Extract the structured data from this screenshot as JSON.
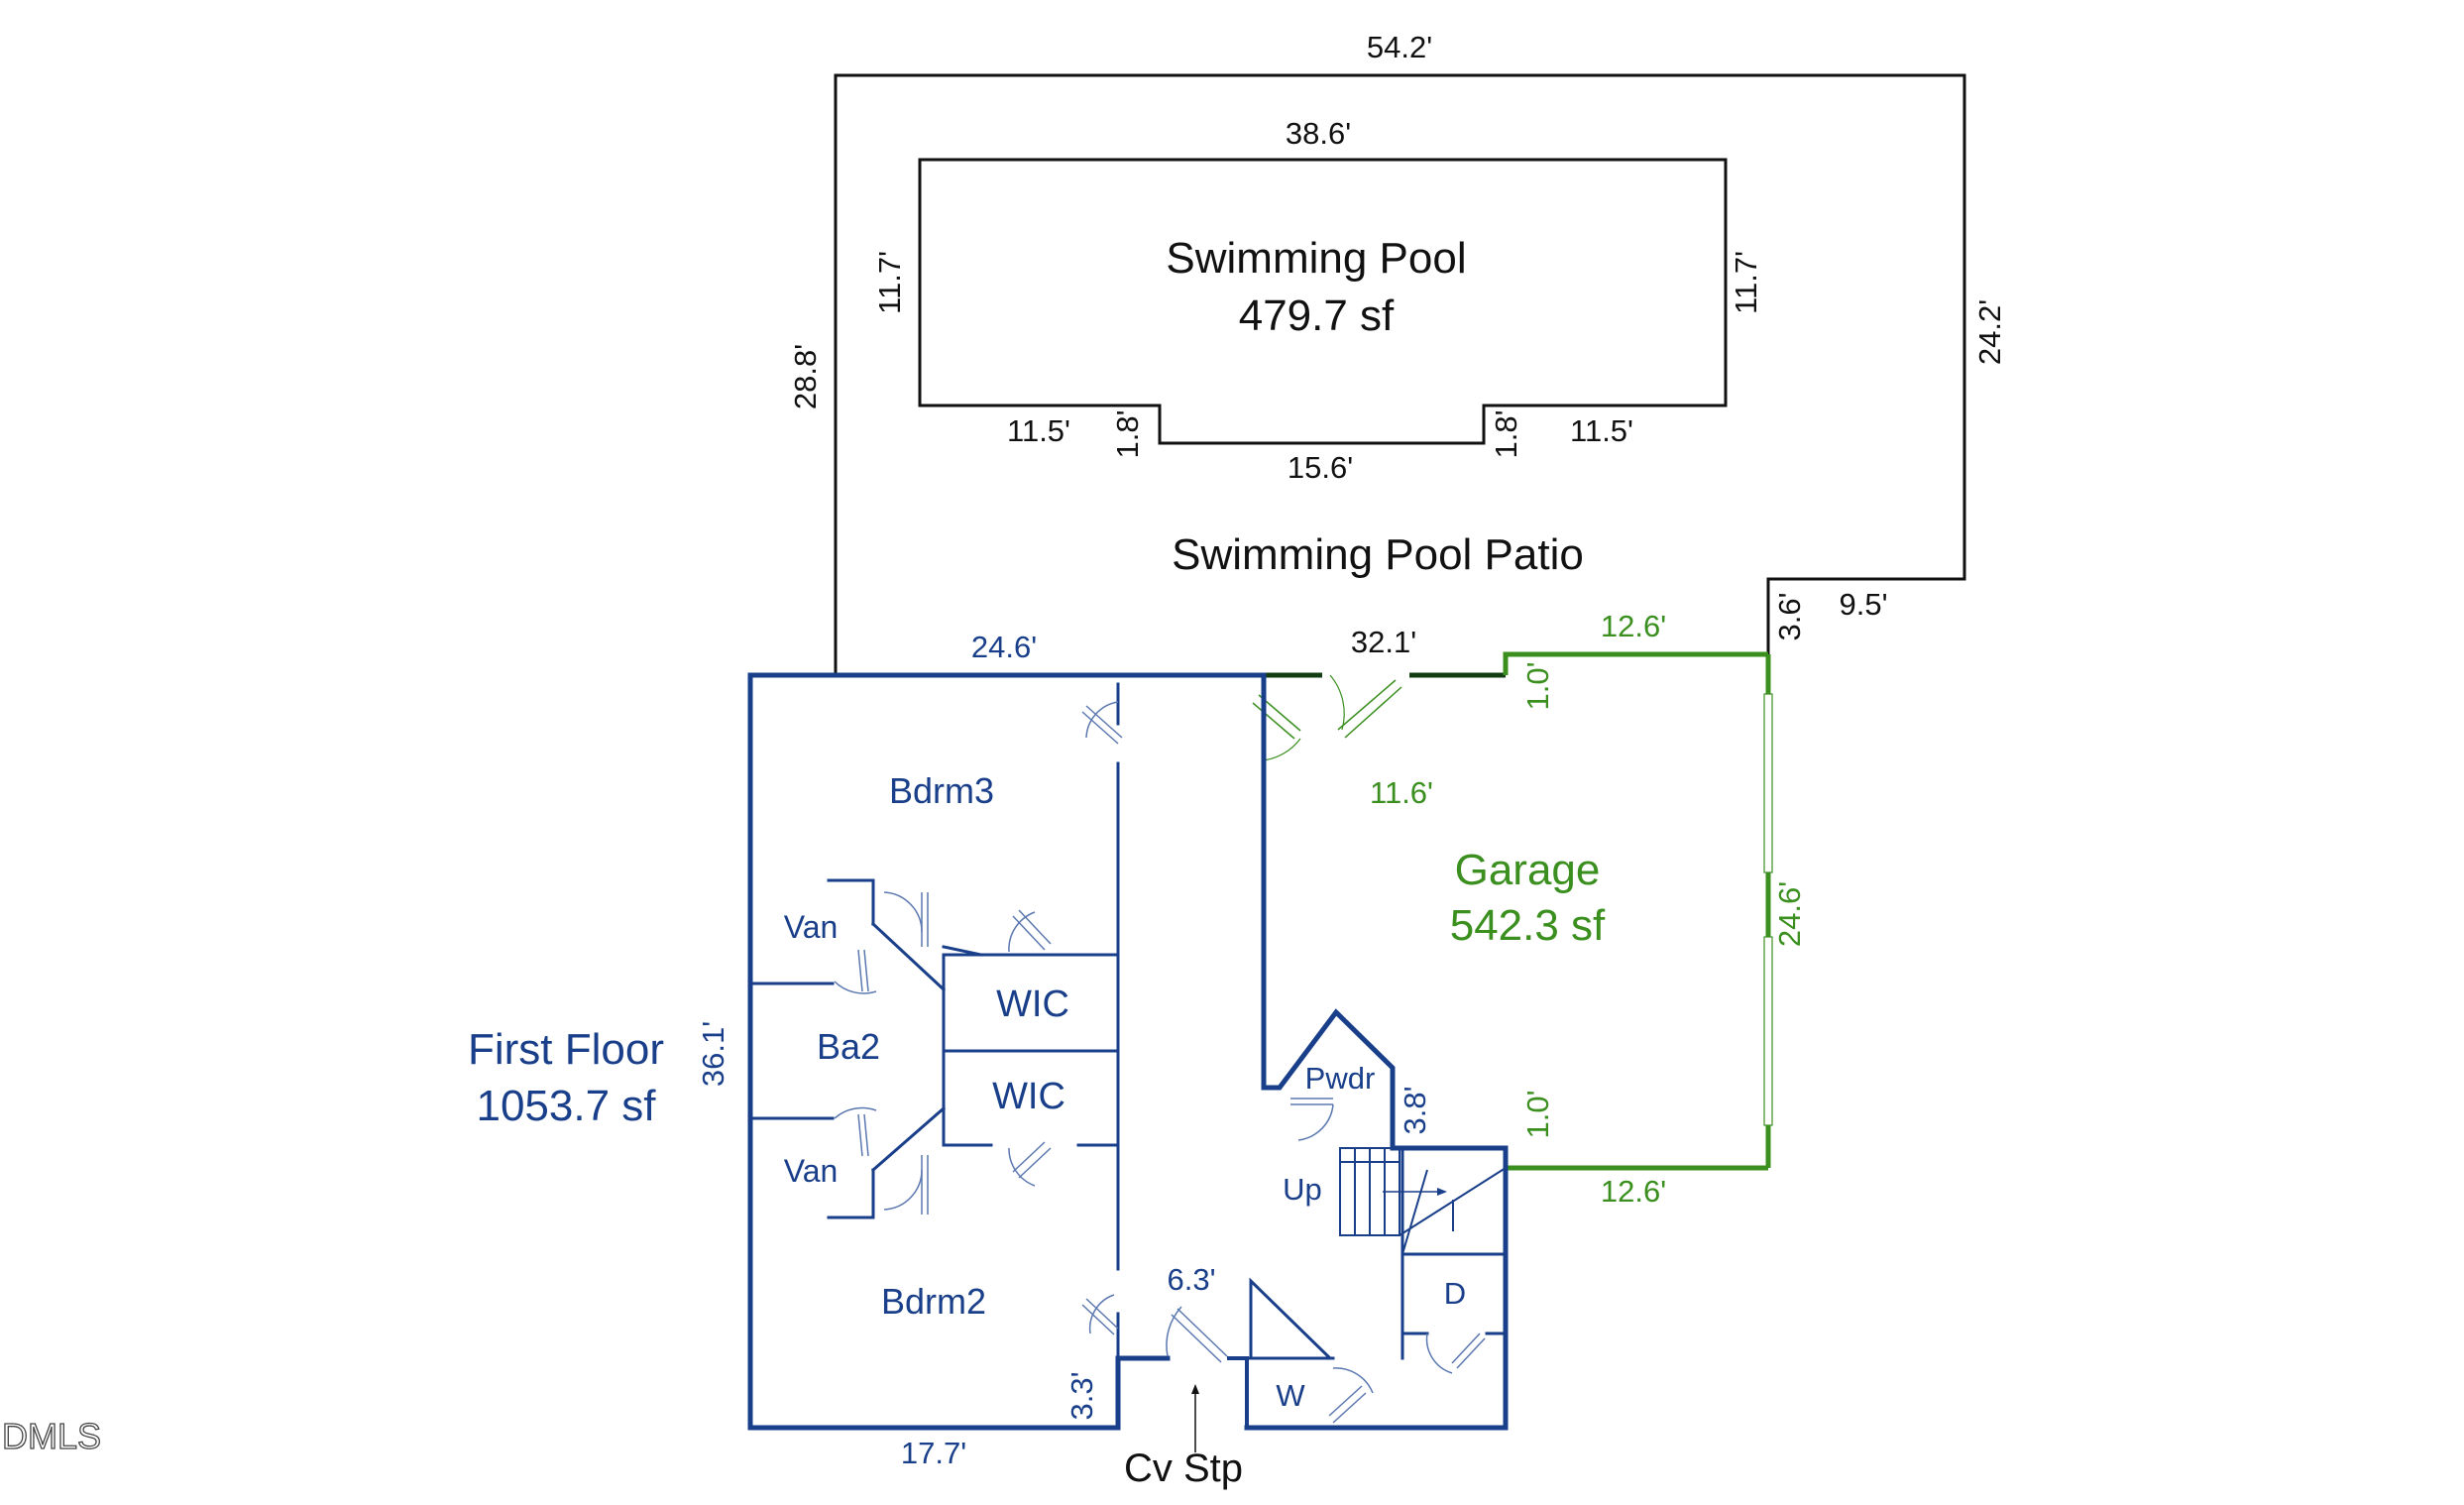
{
  "colors": {
    "black": "#111111",
    "blue": "#1a3f8a",
    "green": "#3a8f1f",
    "door": "#5b78b0",
    "grey": "#8a8a8a"
  },
  "pool": {
    "name": "Swimming Pool",
    "area": "479.7 sf",
    "dim_top": "38.6'",
    "dim_left": "11.7'",
    "dim_right": "11.7'",
    "dim_bottom_left": "11.5'",
    "dim_step_left": "1.8'",
    "dim_bottom_mid": "15.6'",
    "dim_step_right": "1.8'",
    "dim_bottom_right": "11.5'"
  },
  "patio": {
    "name": "Swimming Pool Patio",
    "dim_top": "54.2'",
    "dim_left": "28.8'",
    "dim_right": "24.2'",
    "dim_notch_h": "9.5'",
    "dim_notch_v": "3.6'",
    "dim_bottom": "32.1'"
  },
  "garage": {
    "name": "Garage",
    "area": "542.3 sf",
    "dim_top": "12.6'",
    "dim_top_step": "1.0'",
    "dim_inner": "11.6'",
    "dim_right": "24.6'",
    "dim_bottom_step": "1.0'",
    "dim_bottom": "12.6'"
  },
  "first_floor": {
    "name": "First Floor",
    "area": "1053.7 sf",
    "dim_top": "24.6'",
    "dim_left": "36.1'",
    "dim_bottom": "17.7'",
    "dim_cv": "3.3'",
    "dim_hall": "6.3'",
    "dim_pwdr": "3.8'",
    "rooms": {
      "bdrm3": "Bdrm3",
      "bdrm2": "Bdrm2",
      "ba2": "Ba2",
      "van_top": "Van",
      "van_bottom": "Van",
      "wic_top": "WIC",
      "wic_bottom": "WIC",
      "pwdr": "Pwdr",
      "up": "Up",
      "d": "D",
      "w": "W"
    }
  },
  "cv_stp": "Cv Stp",
  "watermark": "DMLS"
}
